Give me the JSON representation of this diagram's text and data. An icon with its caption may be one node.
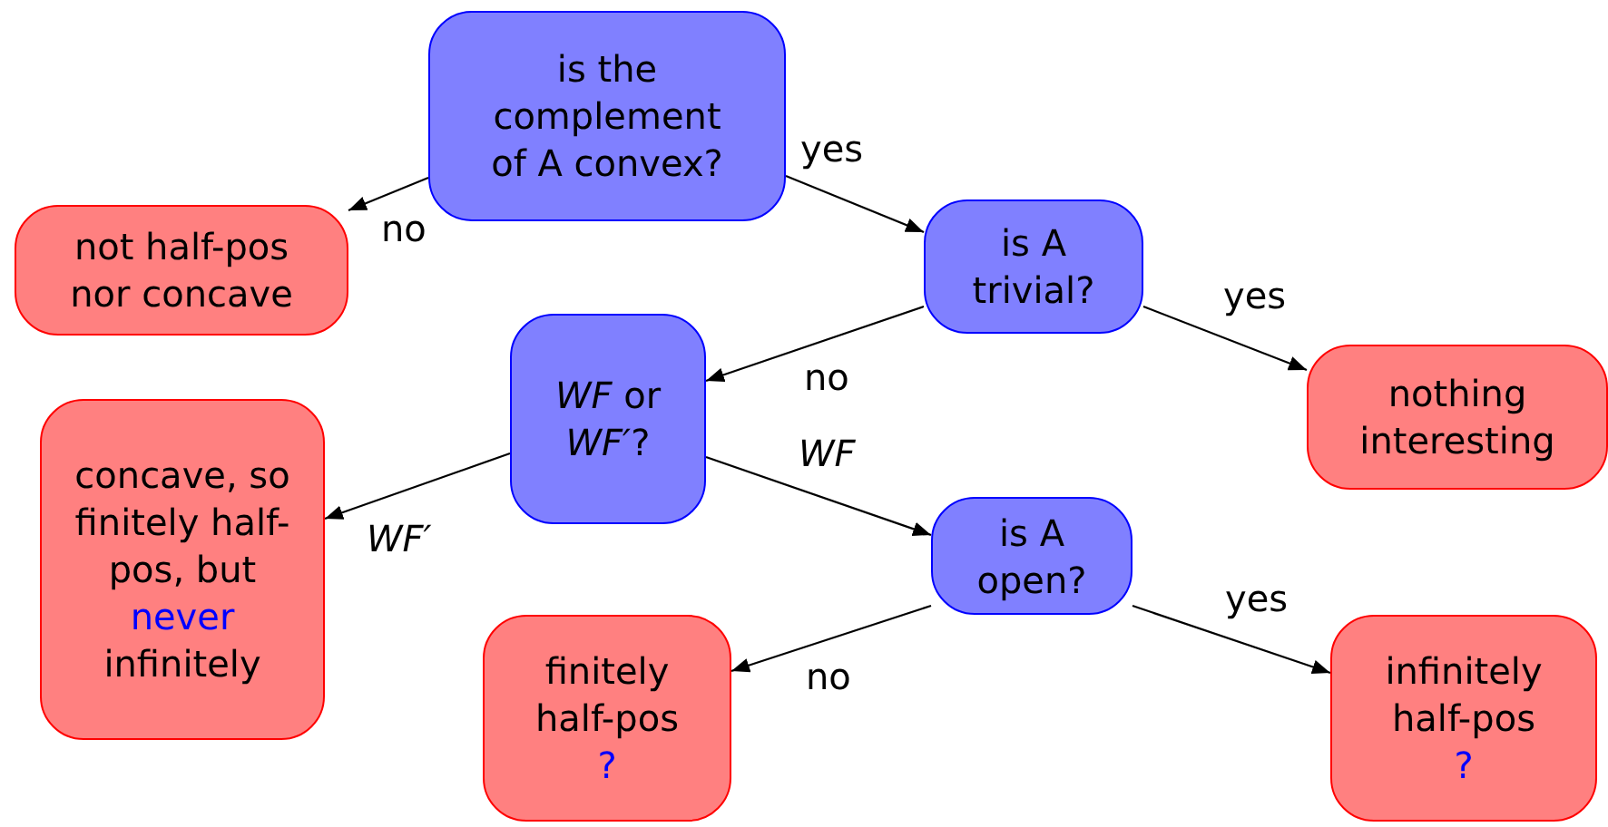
{
  "diagram": {
    "nodes": [
      {
        "text": [
          "is the complement of A convex?"
        ]
      },
      {
        "text": [
          "not half-pos nor concave"
        ]
      },
      {
        "text": [
          "is A trivial?"
        ]
      },
      {
        "text": [
          "*WF* or *WF′*?"
        ]
      },
      {
        "text": [
          "nothing interesting"
        ]
      },
      {
        "text": [
          "concave, so finitely half-pos, but never infinitely"
        ]
      },
      {
        "text": [
          "finitely half-pos",
          "?"
        ]
      },
      {
        "text": [
          "is A open?"
        ]
      },
      {
        "text": [
          "infinitely half-pos",
          "?"
        ]
      }
    ],
    "edges": [
      {
        "from": 0,
        "to": 1,
        "arrow": "to",
        "label": "no"
      },
      {
        "from": 0,
        "to": 2,
        "arrow": "to",
        "label": "yes"
      },
      {
        "from": 2,
        "to": 3,
        "arrow": "to",
        "label": "no"
      },
      {
        "from": 2,
        "to": 4,
        "arrow": "to",
        "label": "yes"
      },
      {
        "from": 3,
        "to": 5,
        "arrow": "to",
        "label": "*WF′*"
      },
      {
        "from": 3,
        "to": 7,
        "arrow": "to",
        "label": "*WF*"
      },
      {
        "from": 7,
        "to": 6,
        "arrow": "to",
        "label": "no"
      },
      {
        "from": 7,
        "to": 8,
        "arrow": "to",
        "label": "yes"
      }
    ]
  }
}
